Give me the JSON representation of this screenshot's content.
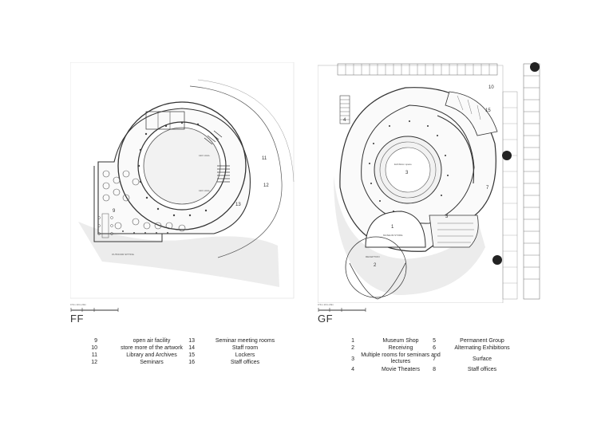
{
  "ff": {
    "label": "FF",
    "legend_left": [
      {
        "num": "9",
        "text": "open air facility"
      },
      {
        "num": "10",
        "text": "store more of the artwork"
      },
      {
        "num": "11",
        "text": "Library and Archives"
      },
      {
        "num": "12",
        "text": "Seminars"
      }
    ],
    "legend_right": [
      {
        "num": "13",
        "text": "Seminar meeting rooms"
      },
      {
        "num": "14",
        "text": "Staff room"
      },
      {
        "num": "15",
        "text": "Lockers"
      },
      {
        "num": "16",
        "text": "Staff offices"
      }
    ],
    "room_numbers": [
      "9",
      "11",
      "12",
      "13"
    ],
    "outdoor_label": "OUTDOOR SITTING",
    "lec_hall_label": "LEC HALL"
  },
  "gf": {
    "label": "GF",
    "legend_left": [
      {
        "num": "1",
        "text": "Museum Shop"
      },
      {
        "num": "2",
        "text": "Receiving"
      },
      {
        "num": "3",
        "text": "Multiple rooms for seminars and lectures"
      },
      {
        "num": "4",
        "text": "Movie Theaters"
      }
    ],
    "legend_right": [
      {
        "num": "5",
        "text": "Permanent Group"
      },
      {
        "num": "6",
        "text": "Alternating Exhibitions"
      },
      {
        "num": "7",
        "text": "Surface"
      },
      {
        "num": "8",
        "text": "Staff offices"
      }
    ],
    "room_numbers": [
      "1",
      "2",
      "3",
      "3",
      "4",
      "7",
      "10",
      "15"
    ],
    "exhibition_label": "Exhibition space",
    "museum_store_label": "MUSEUM STORE",
    "reception_label": "RECEPTION"
  },
  "scale_ticks": "0  5m  10m  20m",
  "colors": {
    "line": "#333333",
    "fill": "#f4f4f4",
    "shade": "#d9d9d9"
  }
}
